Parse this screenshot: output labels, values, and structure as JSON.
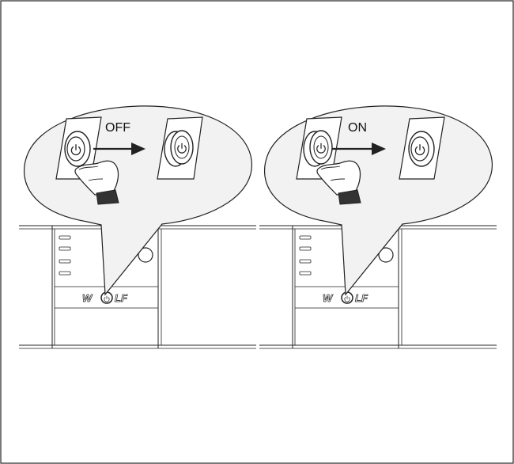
{
  "panels": [
    {
      "id": "off",
      "state_label": "OFF",
      "brand": "W",
      "brand_tail": "LF"
    },
    {
      "id": "on",
      "state_label": "ON",
      "brand": "W",
      "brand_tail": "LF"
    }
  ],
  "icons": {
    "power": "power-icon",
    "hand": "pointing-hand-icon",
    "arrow": "arrow-right-icon"
  },
  "colors": {
    "line": "#222222",
    "callout_fill": "#f2f2f2",
    "button_fill": "#ffffff",
    "cuff": "#333333"
  }
}
